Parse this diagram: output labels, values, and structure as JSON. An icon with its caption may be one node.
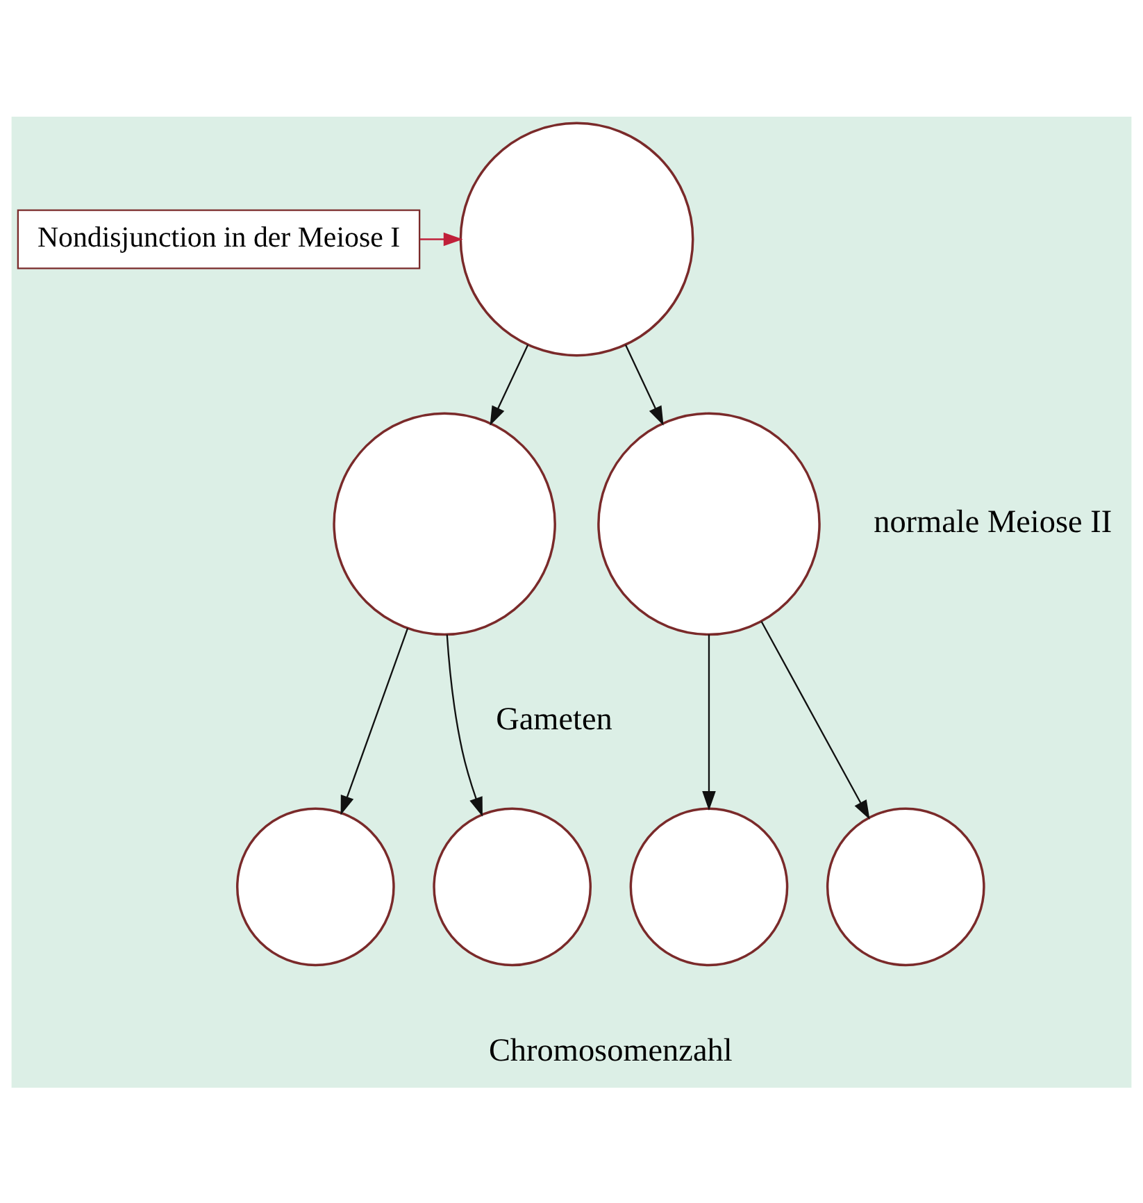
{
  "diagram": {
    "nodes": [
      {
        "text": [
          "Nondisjunction in der Meiose I"
        ]
      },
      {
        "text": [],
        "shape": "circle"
      },
      {
        "text": [],
        "shape": "circle"
      },
      {
        "text": [],
        "shape": "circle"
      },
      {
        "text": [],
        "shape": "circle"
      },
      {
        "text": [],
        "shape": "circle"
      },
      {
        "text": [],
        "shape": "circle"
      },
      {
        "text": [],
        "shape": "circle"
      }
    ],
    "edges": [
      {
        "from": 0,
        "to": 1,
        "arrow": "to",
        "color": "#c0203a"
      },
      {
        "from": 1,
        "to": 2,
        "arrow": "to"
      },
      {
        "from": 1,
        "to": 3,
        "arrow": "to"
      },
      {
        "from": 2,
        "to": 4,
        "arrow": "to"
      },
      {
        "from": 2,
        "to": 5,
        "arrow": "to"
      },
      {
        "from": 3,
        "to": 6,
        "arrow": "to"
      },
      {
        "from": 3,
        "to": 7,
        "arrow": "to"
      }
    ],
    "labels": [
      "normale Meiose II",
      "Gameten",
      "Chromosomenzahl"
    ]
  }
}
